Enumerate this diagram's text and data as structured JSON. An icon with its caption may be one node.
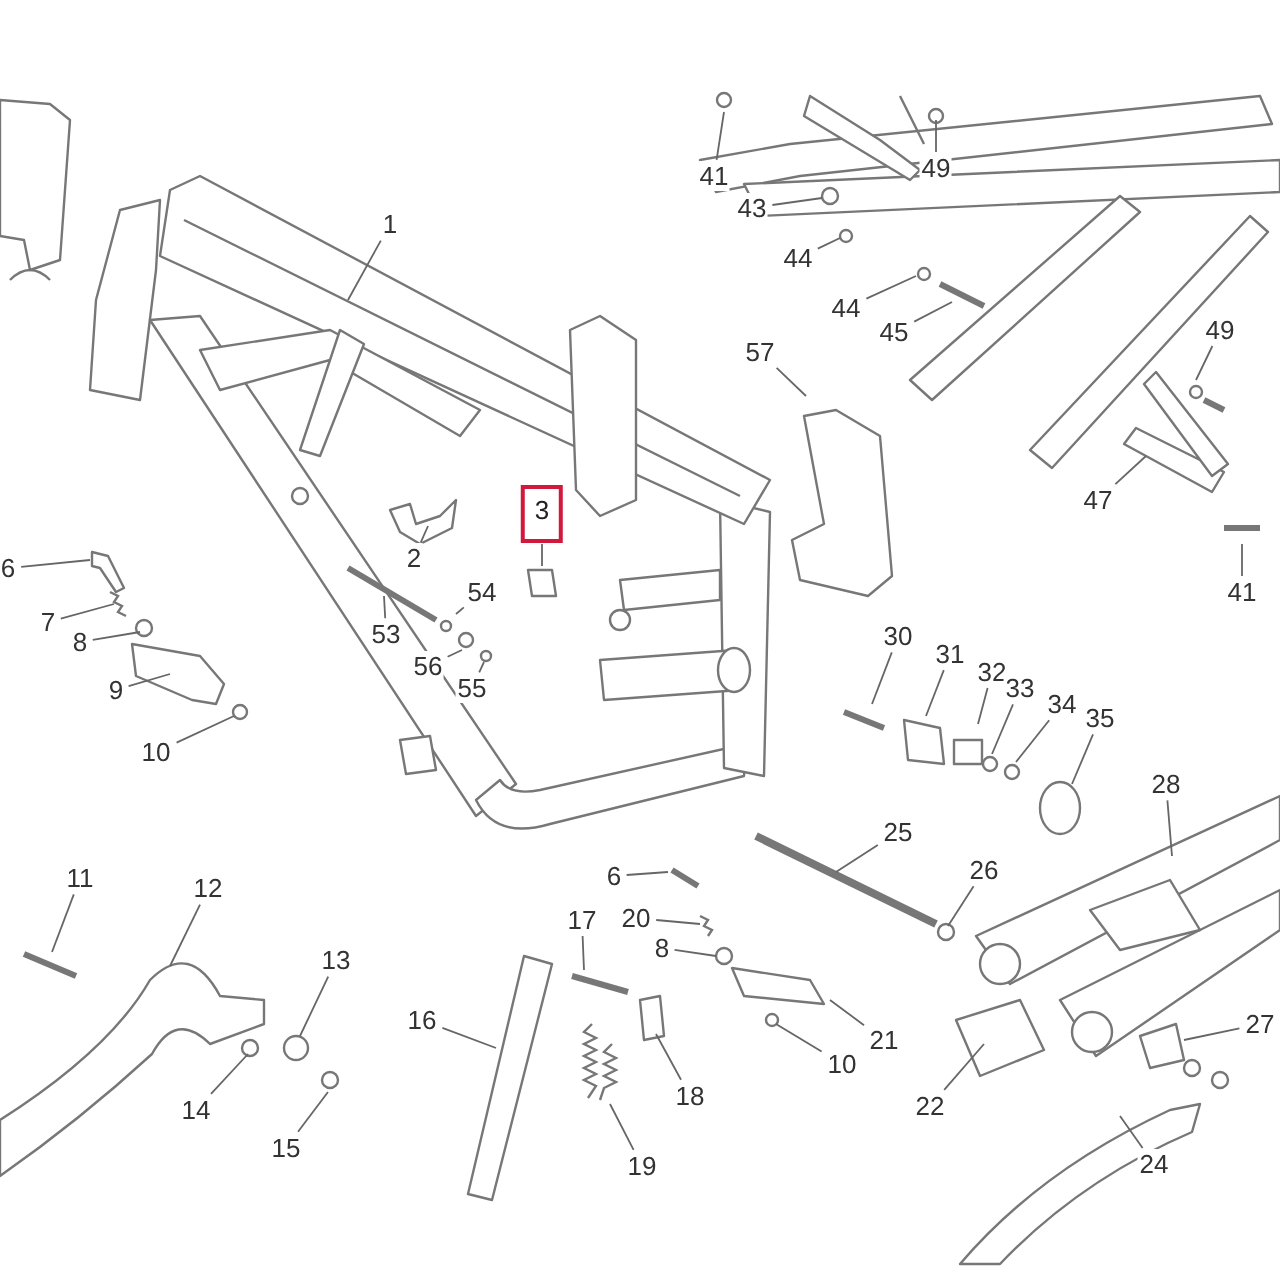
{
  "diagram": {
    "nodes": [
      {
        "text": [
          "41"
        ]
      },
      {
        "text": [
          "49"
        ]
      },
      {
        "text": [
          "43"
        ]
      },
      {
        "text": [
          "44"
        ]
      },
      {
        "text": [
          "1"
        ]
      },
      {
        "text": [
          "44"
        ]
      },
      {
        "text": [
          "45"
        ]
      },
      {
        "text": [
          "49"
        ]
      },
      {
        "text": [
          "57"
        ]
      },
      {
        "text": [
          "47"
        ]
      },
      {
        "text": [
          "3"
        ]
      },
      {
        "text": [
          "2"
        ]
      },
      {
        "text": [
          "6"
        ]
      },
      {
        "text": [
          "41"
        ]
      },
      {
        "text": [
          "54"
        ]
      },
      {
        "text": [
          "7"
        ]
      },
      {
        "text": [
          "53"
        ]
      },
      {
        "text": [
          "30"
        ]
      },
      {
        "text": [
          "31"
        ]
      },
      {
        "text": [
          "8"
        ]
      },
      {
        "text": [
          "56"
        ]
      },
      {
        "text": [
          "32"
        ]
      },
      {
        "text": [
          "55"
        ]
      },
      {
        "text": [
          "33"
        ]
      },
      {
        "text": [
          "9"
        ]
      },
      {
        "text": [
          "34"
        ]
      },
      {
        "text": [
          "35"
        ]
      },
      {
        "text": [
          "10"
        ]
      },
      {
        "text": [
          "28"
        ]
      },
      {
        "text": [
          "25"
        ]
      },
      {
        "text": [
          "26"
        ]
      },
      {
        "text": [
          "6"
        ]
      },
      {
        "text": [
          "11"
        ]
      },
      {
        "text": [
          "12"
        ]
      },
      {
        "text": [
          "20"
        ]
      },
      {
        "text": [
          "17"
        ]
      },
      {
        "text": [
          "8"
        ]
      },
      {
        "text": [
          "13"
        ]
      },
      {
        "text": [
          "16"
        ]
      },
      {
        "text": [
          "27"
        ]
      },
      {
        "text": [
          "21"
        ]
      },
      {
        "text": [
          "10"
        ]
      },
      {
        "text": [
          "18"
        ]
      },
      {
        "text": [
          "22"
        ]
      },
      {
        "text": [
          "14"
        ]
      },
      {
        "text": [
          "15"
        ]
      },
      {
        "text": [
          "24"
        ]
      },
      {
        "text": [
          "19"
        ]
      }
    ],
    "edges": [
      {
        "from": 0,
        "to": null,
        "arrow": "none"
      },
      {
        "from": 1,
        "to": null,
        "arrow": "none"
      },
      {
        "from": 2,
        "to": null,
        "arrow": "none"
      },
      {
        "from": 3,
        "to": null,
        "arrow": "none"
      },
      {
        "from": 4,
        "to": null,
        "arrow": "none"
      },
      {
        "from": 5,
        "to": null,
        "arrow": "none"
      },
      {
        "from": 6,
        "to": null,
        "arrow": "none"
      },
      {
        "from": 7,
        "to": null,
        "arrow": "none"
      },
      {
        "from": 8,
        "to": null,
        "arrow": "none"
      },
      {
        "from": 9,
        "to": null,
        "arrow": "none"
      },
      {
        "from": 10,
        "to": null,
        "arrow": "none"
      },
      {
        "from": 11,
        "to": null,
        "arrow": "none"
      },
      {
        "from": 12,
        "to": null,
        "arrow": "none"
      },
      {
        "from": 13,
        "to": null,
        "arrow": "none"
      },
      {
        "from": 14,
        "to": null,
        "arrow": "none"
      },
      {
        "from": 15,
        "to": null,
        "arrow": "none"
      },
      {
        "from": 16,
        "to": null,
        "arrow": "none"
      },
      {
        "from": 17,
        "to": null,
        "arrow": "none"
      },
      {
        "from": 18,
        "to": null,
        "arrow": "none"
      },
      {
        "from": 19,
        "to": null,
        "arrow": "none"
      },
      {
        "from": 20,
        "to": null,
        "arrow": "none"
      },
      {
        "from": 21,
        "to": null,
        "arrow": "none"
      },
      {
        "from": 22,
        "to": null,
        "arrow": "none"
      },
      {
        "from": 23,
        "to": null,
        "arrow": "none"
      },
      {
        "from": 24,
        "to": null,
        "arrow": "none"
      },
      {
        "from": 25,
        "to": null,
        "arrow": "none"
      },
      {
        "from": 26,
        "to": null,
        "arrow": "none"
      },
      {
        "from": 27,
        "to": null,
        "arrow": "none"
      },
      {
        "from": 28,
        "to": null,
        "arrow": "none"
      },
      {
        "from": 29,
        "to": null,
        "arrow": "none"
      },
      {
        "from": 30,
        "to": null,
        "arrow": "none"
      },
      {
        "from": 31,
        "to": null,
        "arrow": "none"
      },
      {
        "from": 32,
        "to": null,
        "arrow": "none"
      },
      {
        "from": 33,
        "to": null,
        "arrow": "none"
      },
      {
        "from": 34,
        "to": null,
        "arrow": "none"
      },
      {
        "from": 35,
        "to": null,
        "arrow": "none"
      },
      {
        "from": 36,
        "to": null,
        "arrow": "none"
      },
      {
        "from": 37,
        "to": null,
        "arrow": "none"
      },
      {
        "from": 38,
        "to": null,
        "arrow": "none"
      },
      {
        "from": 39,
        "to": null,
        "arrow": "none"
      },
      {
        "from": 40,
        "to": null,
        "arrow": "none"
      },
      {
        "from": 41,
        "to": null,
        "arrow": "none"
      },
      {
        "from": 42,
        "to": null,
        "arrow": "none"
      },
      {
        "from": 43,
        "to": null,
        "arrow": "none"
      },
      {
        "from": 44,
        "to": null,
        "arrow": "none"
      },
      {
        "from": 45,
        "to": null,
        "arrow": "none"
      },
      {
        "from": 46,
        "to": null,
        "arrow": "none"
      },
      {
        "from": 47,
        "to": null,
        "arrow": "none"
      }
    ]
  }
}
